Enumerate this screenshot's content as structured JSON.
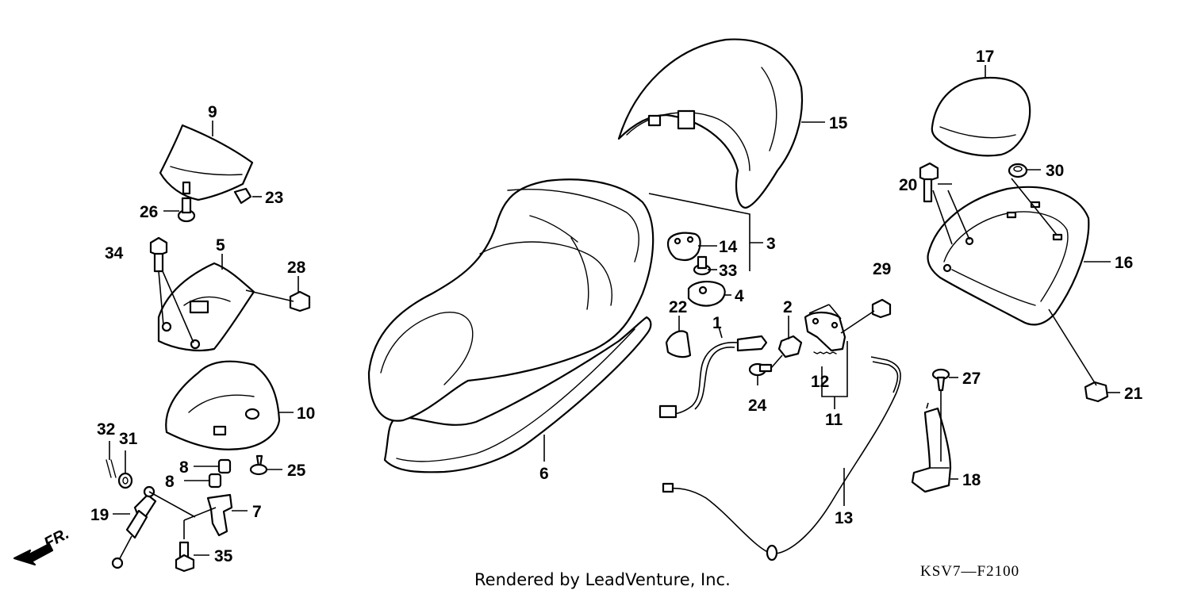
{
  "labels": {
    "p1": "1",
    "p2": "2",
    "p3": "3",
    "p4": "4",
    "p5": "5",
    "p6": "6",
    "p7": "7",
    "p8a": "8",
    "p8b": "8",
    "p9": "9",
    "p10": "10",
    "p11": "11",
    "p12": "12",
    "p13": "13",
    "p14": "14",
    "p15": "15",
    "p16": "16",
    "p17": "17",
    "p18": "18",
    "p19": "19",
    "p20": "20",
    "p21": "21",
    "p22": "22",
    "p23": "23",
    "p24": "24",
    "p25": "25",
    "p26": "26",
    "p27": "27",
    "p28": "28",
    "p29": "29",
    "p30": "30",
    "p31": "31",
    "p32": "32",
    "p33": "33",
    "p34": "34",
    "p35": "35"
  },
  "direction_label": "FR.",
  "credit": "Rendered by LeadVenture, Inc.",
  "diagram_code": "KSV7—F2100"
}
